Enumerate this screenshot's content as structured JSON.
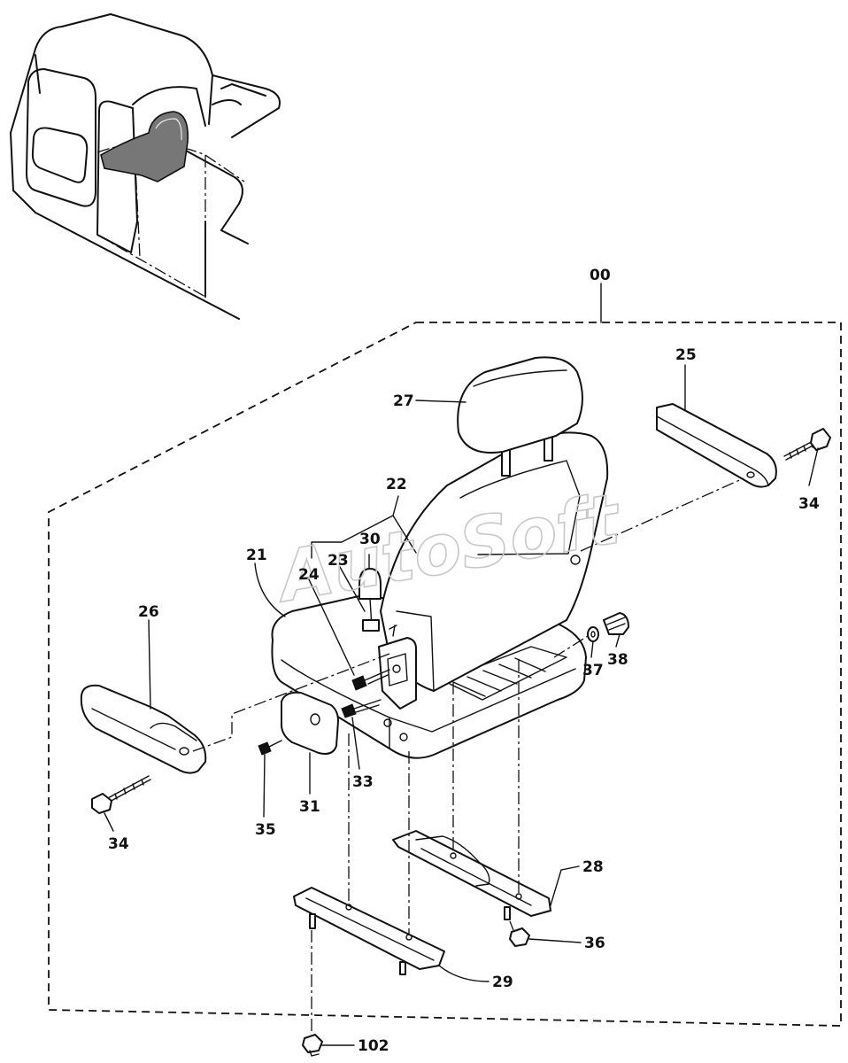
{
  "watermark": "AutoSoft",
  "labels": {
    "assembly": "00",
    "headrest": "27",
    "armrest_right": "25",
    "bolt_right": "34",
    "bracket_22": "22",
    "seat": "21",
    "part_23": "23",
    "lever_30": "30",
    "part_24": "24",
    "armrest_left": "26",
    "washer_37": "37",
    "knob_38": "38",
    "cap_31": "31",
    "screw_33": "33",
    "screw_35": "35",
    "bolt_left": "34",
    "rail_28": "28",
    "nut_36": "36",
    "rail_29": "29",
    "nut_102": "102"
  }
}
